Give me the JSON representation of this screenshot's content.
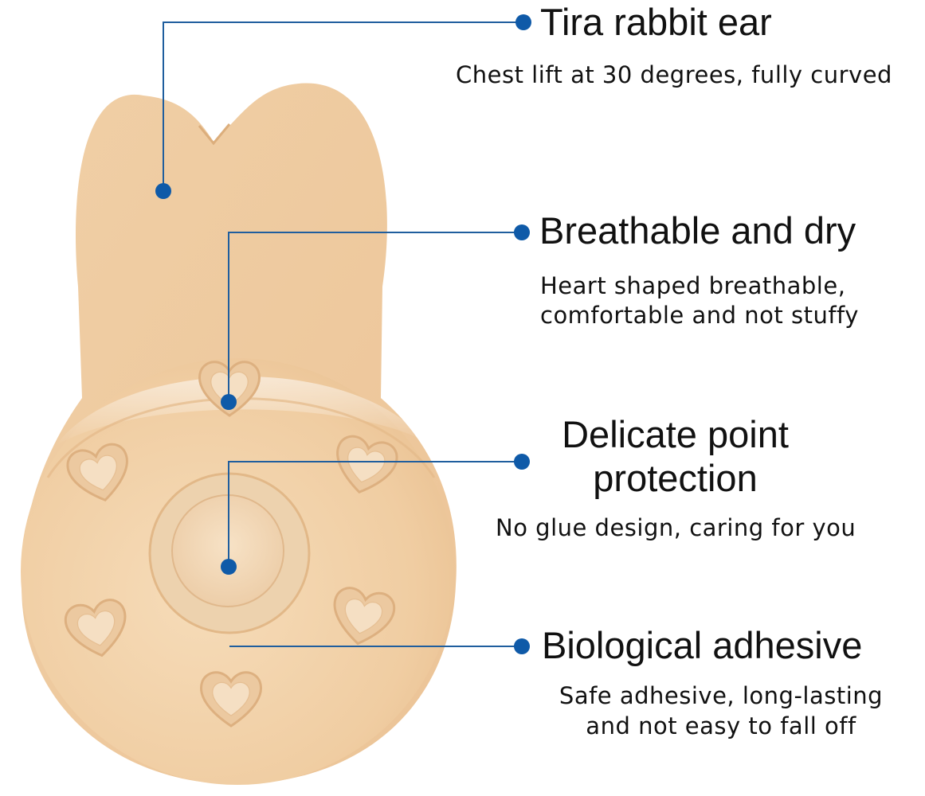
{
  "colors": {
    "leader": "#1f5e9e",
    "dot": "#0f5aa8",
    "product": "#f1cfa5",
    "product_shadow": "#e2b684",
    "text": "#111111"
  },
  "features": [
    {
      "title_lines": [
        "Tira rabbit ear"
      ],
      "desc_lines": [
        "Chest lift at 30 degrees, fully curved"
      ]
    },
    {
      "title_lines": [
        "Breathable and dry"
      ],
      "desc_lines": [
        "Heart shaped breathable,",
        "comfortable and not stuffy"
      ]
    },
    {
      "title_lines": [
        "Delicate point",
        "protection"
      ],
      "desc_lines": [
        "No glue design, caring for you"
      ]
    },
    {
      "title_lines": [
        "Biological adhesive"
      ],
      "desc_lines": [
        "Safe adhesive, long-lasting",
        "and not easy to fall off"
      ]
    }
  ]
}
